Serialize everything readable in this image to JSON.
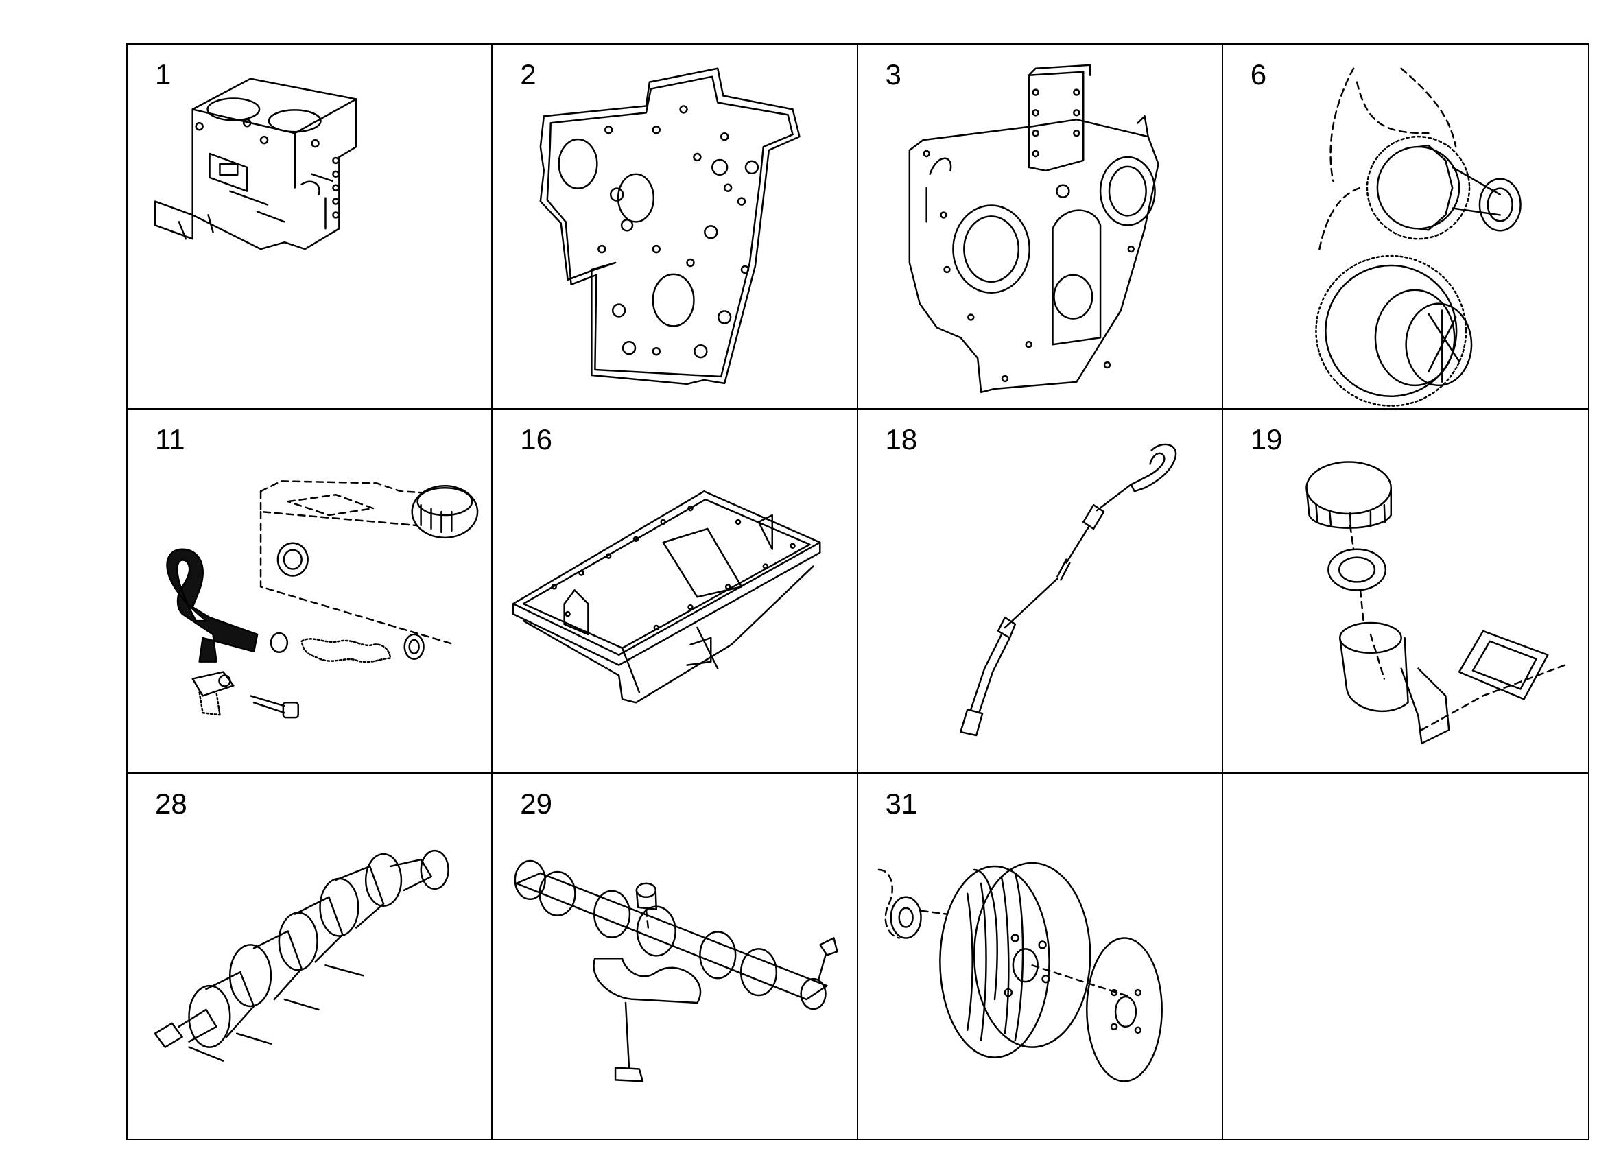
{
  "cells": [
    {
      "label": "1",
      "part_icon": "cylinder-block"
    },
    {
      "label": "2",
      "part_icon": "front-plate-gasket"
    },
    {
      "label": "3",
      "part_icon": "timing-case"
    },
    {
      "label": "6",
      "part_icon": "idler-gear"
    },
    {
      "label": "11",
      "part_icon": "breather-hose"
    },
    {
      "label": "16",
      "part_icon": "oil-sump"
    },
    {
      "label": "18",
      "part_icon": "dipstick"
    },
    {
      "label": "19",
      "part_icon": "oil-filler-cap"
    },
    {
      "label": "28",
      "part_icon": "crankshaft"
    },
    {
      "label": "29",
      "part_icon": "camshaft"
    },
    {
      "label": "31",
      "part_icon": "crankshaft-pulley"
    },
    {
      "label": "",
      "part_icon": ""
    }
  ],
  "colors": {
    "line": "#000000",
    "background": "#ffffff"
  }
}
